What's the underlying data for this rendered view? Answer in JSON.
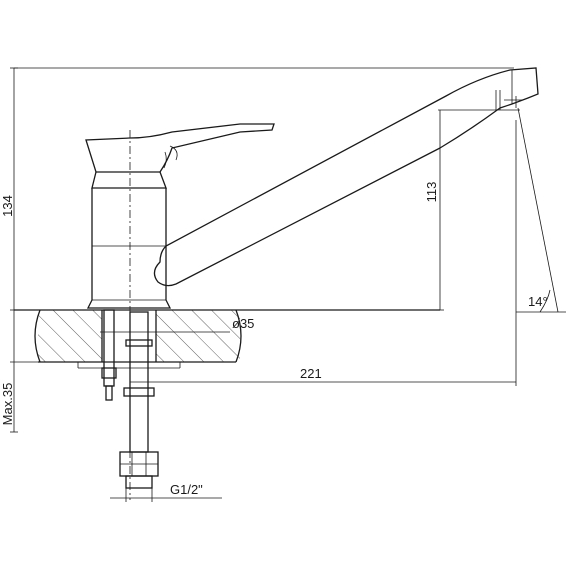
{
  "dimensions": {
    "height_total": "134",
    "height_spout": "113",
    "angle": "14°",
    "diameter": "ø35",
    "reach": "221",
    "max_thickness": "Max.35",
    "thread": "G1/2\""
  }
}
